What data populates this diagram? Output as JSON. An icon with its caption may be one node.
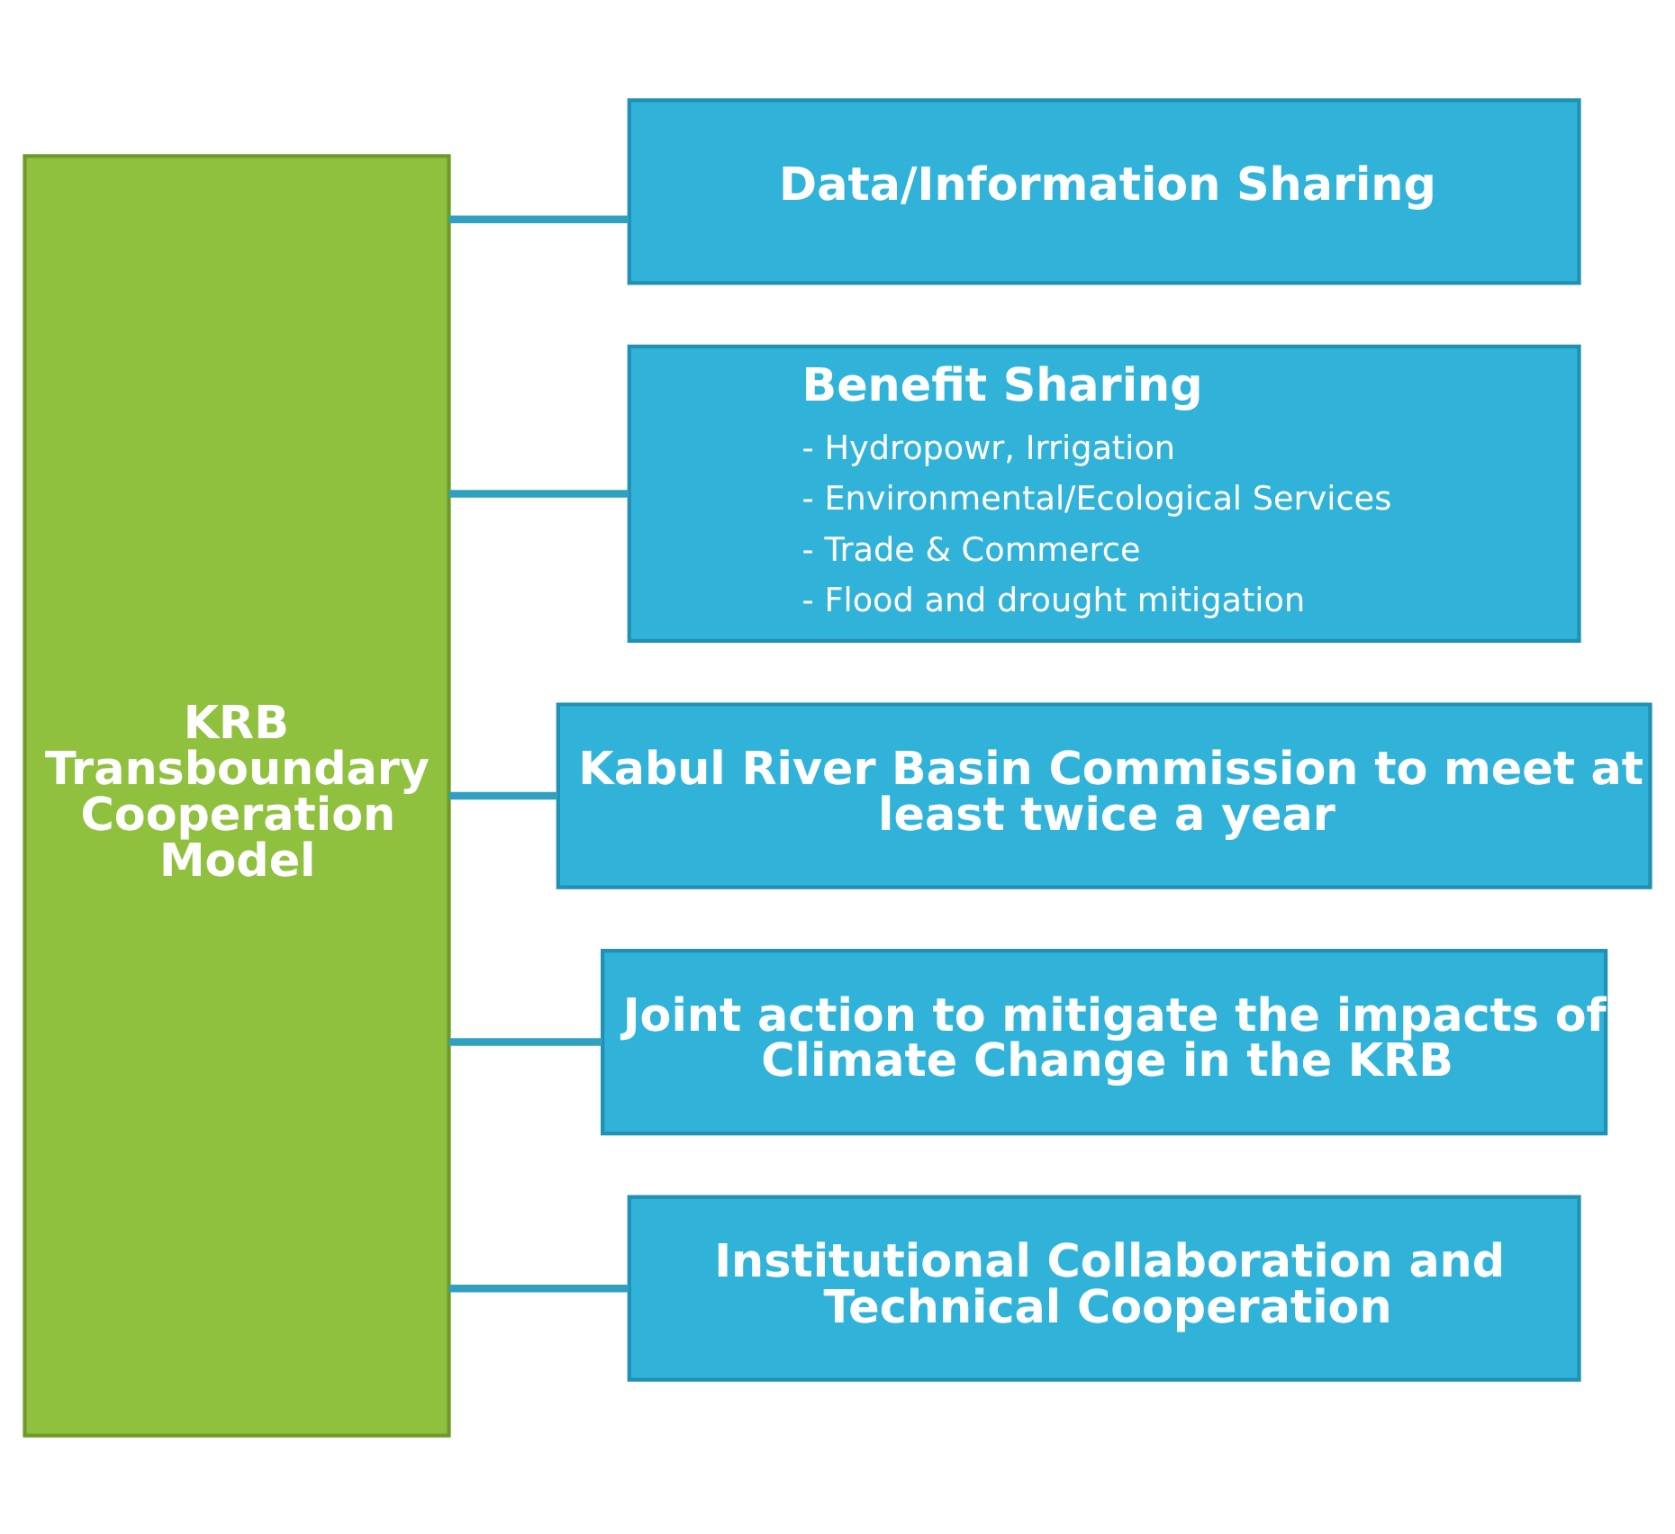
{
  "diagram": {
    "nodes": [
      {
        "text": [
          "KRB Transboundary Cooperation Model"
        ]
      },
      {
        "text": [
          "Data/Information Sharing"
        ]
      },
      {
        "text": [
          "Benefit Sharing",
          "- Hydropowr, Irrigation",
          "- Environmental/Ecological Services",
          "- Trade & Commerce",
          "- Flood and drought mitigation"
        ]
      },
      {
        "text": [
          "Kabul River Basin Commission to meet at least twice a year"
        ]
      },
      {
        "text": [
          "Joint action to mitigate the impacts of Climate Change in the KRB"
        ]
      },
      {
        "text": [
          "Institutional Collaboration and Technical Cooperation"
        ]
      }
    ],
    "edges": [
      {
        "from": 0,
        "to": 1,
        "arrow": "none"
      },
      {
        "from": 0,
        "to": 2,
        "arrow": "none"
      },
      {
        "from": 0,
        "to": 3,
        "arrow": "none"
      },
      {
        "from": 0,
        "to": 4,
        "arrow": "none"
      },
      {
        "from": 0,
        "to": 5,
        "arrow": "none"
      }
    ]
  }
}
